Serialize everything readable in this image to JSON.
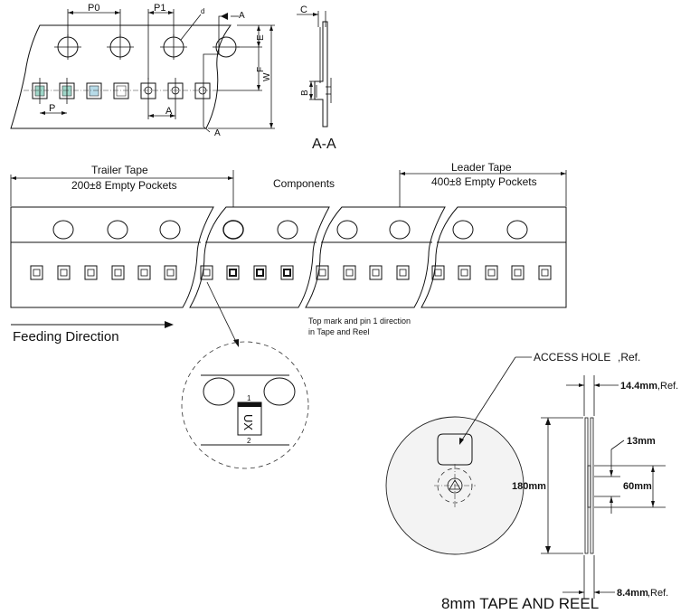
{
  "tape_detail": {
    "labels": {
      "p0": "P0",
      "p1": "P1",
      "d": "d",
      "a_top": "A",
      "a_bottom": "A",
      "a_mid": "A",
      "p": "P",
      "e": "E",
      "f": "F",
      "w": "W"
    }
  },
  "section": {
    "c": "C",
    "b": "B",
    "title": "A-A"
  },
  "strip": {
    "trailer_title": "Trailer Tape",
    "trailer_pockets": "200±8 Empty Pockets",
    "components": "Components",
    "leader_title": "Leader Tape",
    "leader_pockets": "400±8 Empty Pockets",
    "feeding_direction": "Feeding Direction",
    "top_mark_line1": "Top mark and pin 1 direction",
    "top_mark_line2": "in Tape and Reel"
  },
  "zoom": {
    "pin1": "1",
    "pin2": "2",
    "marking": "UX"
  },
  "reel": {
    "access_hole": "ACCESS HOLE",
    "access_ref": ",Ref.",
    "dim_14_4": "14.4mm",
    "dim_14_4_ref": ",Ref.",
    "dim_13": "13mm",
    "dim_180": "180mm",
    "dim_60": "60mm",
    "dim_8_4": "8.4mm",
    "dim_8_4_ref": ",Ref.",
    "title": "8mm TAPE AND REEL"
  }
}
